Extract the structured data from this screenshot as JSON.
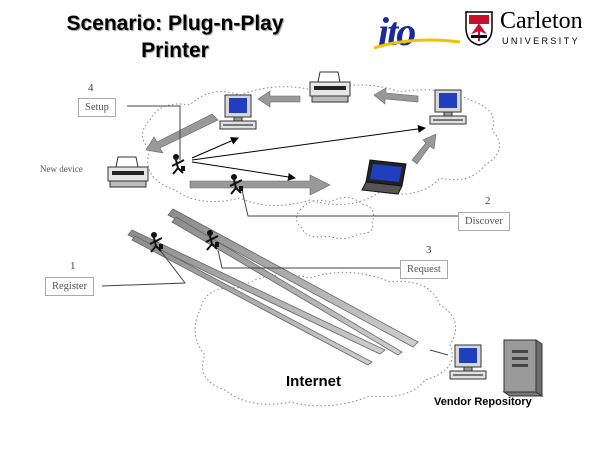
{
  "title": {
    "line1": "Scenario: Plug-n-Play",
    "line2": "Printer"
  },
  "logos": {
    "ito_text": "ito",
    "carleton_name": "Carleton",
    "carleton_sub": "UNIVERSITY"
  },
  "steps": [
    {
      "num": "1",
      "label": "Register"
    },
    {
      "num": "2",
      "label": "Discover"
    },
    {
      "num": "3",
      "label": "Request"
    },
    {
      "num": "4",
      "label": "Setup"
    }
  ],
  "labels": {
    "new_device": "New device",
    "internet": "Internet",
    "vendor_repository": "Vendor Repository"
  },
  "colors": {
    "ito_blue": "#1a2a9c",
    "ito_yellow": "#f2c200",
    "carleton_red": "#c8102e",
    "monitor_blue": "#1f3fbf"
  }
}
